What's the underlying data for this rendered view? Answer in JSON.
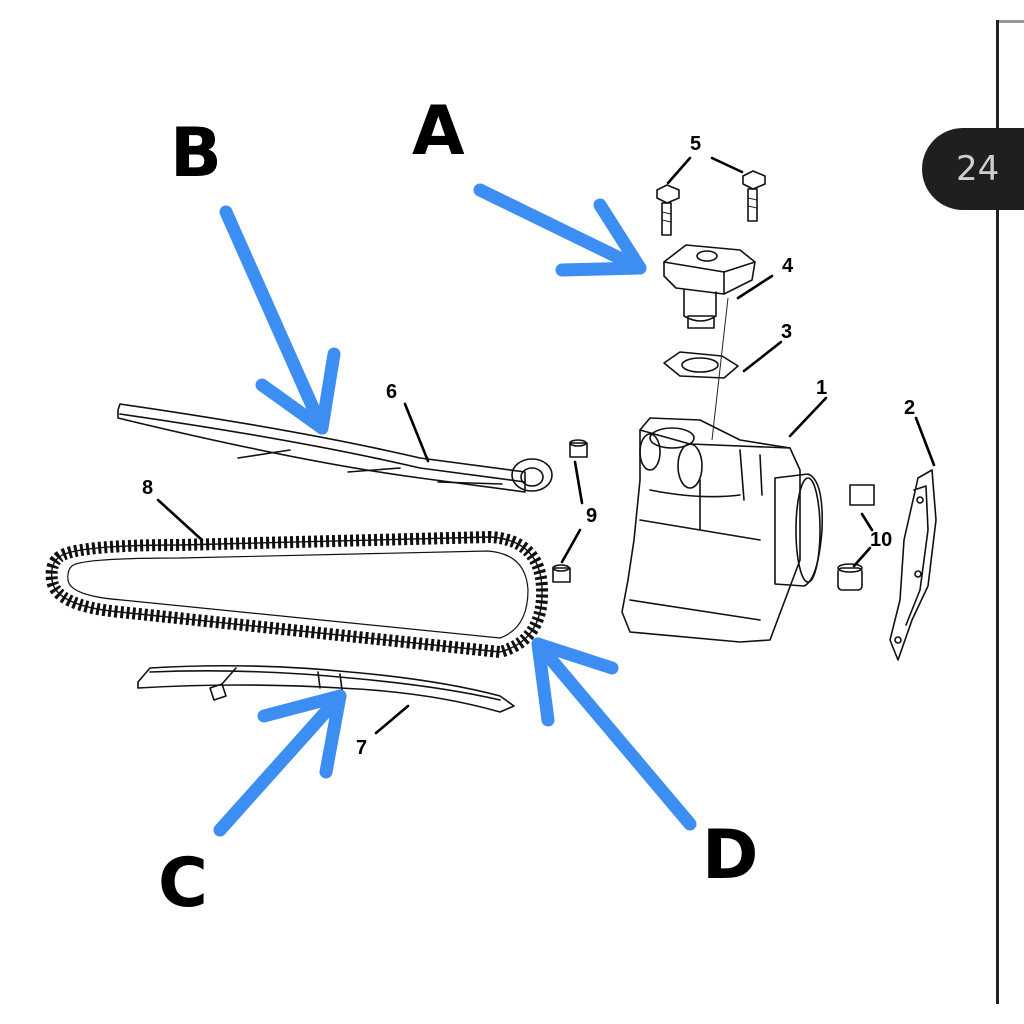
{
  "page": {
    "number": "24"
  },
  "callouts": [
    {
      "id": "A",
      "label": "A"
    },
    {
      "id": "B",
      "label": "B"
    },
    {
      "id": "C",
      "label": "C"
    },
    {
      "id": "D",
      "label": "D"
    }
  ],
  "part_numbers": [
    "1",
    "2",
    "3",
    "4",
    "5",
    "6",
    "7",
    "8",
    "9",
    "10"
  ],
  "colors": {
    "arrow": "#3d8ef2",
    "line_art": "#111111",
    "page_tab": "#1f1f1f"
  }
}
